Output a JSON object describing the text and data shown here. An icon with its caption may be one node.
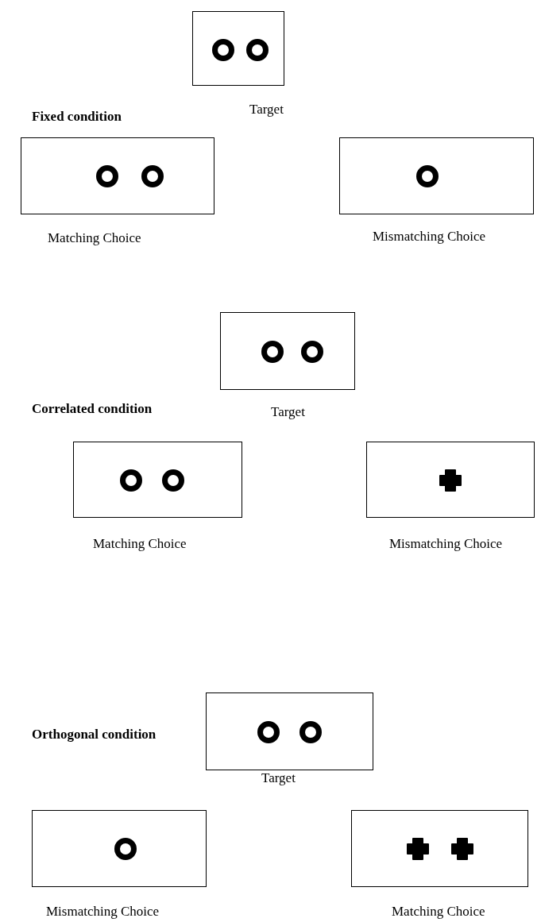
{
  "diagram": {
    "nodes": [
      {
        "text": [],
        "shape": "box",
        "beside": [
          "Target"
        ]
      },
      {
        "text": [],
        "shape": "box",
        "beside": [
          "Matching Choice"
        ]
      },
      {
        "text": [],
        "shape": "box",
        "beside": [
          "Mismatching Choice"
        ]
      },
      {
        "text": [],
        "shape": "box",
        "beside": [
          "Target"
        ]
      },
      {
        "text": [],
        "shape": "box",
        "beside": [
          "Matching Choice"
        ]
      },
      {
        "text": [],
        "shape": "box",
        "beside": [
          "Mismatching Choice"
        ]
      },
      {
        "text": [],
        "shape": "box",
        "beside": [
          "Target"
        ]
      },
      {
        "text": [],
        "shape": "box",
        "beside": [
          "Mismatching Choice"
        ]
      },
      {
        "text": [],
        "shape": "box",
        "beside": [
          "Matching Choice"
        ]
      }
    ],
    "edges": [],
    "labels": [
      "Fixed condition",
      "Correlated condition",
      "Orthogonal condition"
    ]
  }
}
